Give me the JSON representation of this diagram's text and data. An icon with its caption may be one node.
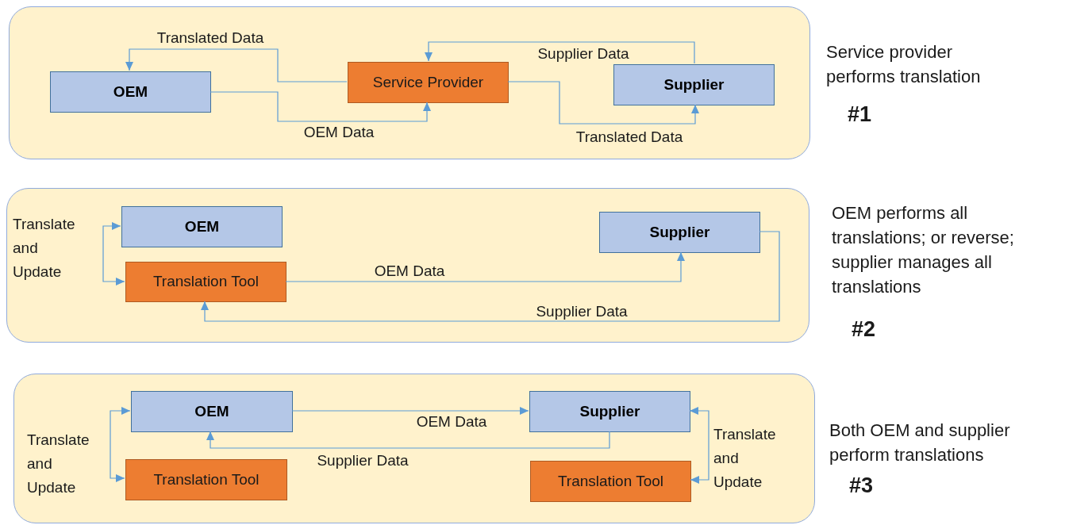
{
  "diagram": {
    "nodes": [
      {
        "text": [],
        "shape": "box",
        "beside": [
          "Service provider performs translation",
          "#1"
        ]
      },
      {
        "text": [
          "OEM"
        ],
        "in": 0
      },
      {
        "text": [
          "Service Provider"
        ],
        "in": 0
      },
      {
        "text": [
          "Supplier"
        ],
        "in": 0
      },
      {
        "text": [],
        "shape": "box",
        "beside": [
          "OEM performs all translations; or reverse; supplier manages all translations",
          "#2"
        ]
      },
      {
        "text": [
          "OEM"
        ],
        "in": 4
      },
      {
        "text": [
          "Translation Tool"
        ],
        "in": 4
      },
      {
        "text": [
          "Supplier"
        ],
        "in": 4
      },
      {
        "text": [],
        "shape": "box",
        "beside": [
          "Both OEM and supplier perform translations",
          "#3"
        ]
      },
      {
        "text": [
          "OEM"
        ],
        "in": 8
      },
      {
        "text": [
          "Supplier"
        ],
        "in": 8
      },
      {
        "text": [
          "Translation Tool"
        ],
        "in": 8
      },
      {
        "text": [
          "Translation Tool"
        ],
        "in": 8
      }
    ],
    "edges": [
      {
        "from": 2,
        "to": 1,
        "arrow": "to",
        "label": "Translated Data"
      },
      {
        "from": 1,
        "to": 2,
        "arrow": "to",
        "label": "OEM Data"
      },
      {
        "from": 3,
        "to": 2,
        "arrow": "to",
        "label": "Supplier Data"
      },
      {
        "from": 2,
        "to": 3,
        "arrow": "to",
        "label": "Translated Data"
      },
      {
        "from": 5,
        "to": 6,
        "arrow": "both",
        "label": "Translate and Update"
      },
      {
        "from": 6,
        "to": 7,
        "arrow": "to",
        "label": "OEM Data"
      },
      {
        "from": 7,
        "to": 6,
        "arrow": "to",
        "label": "Supplier Data"
      },
      {
        "from": 9,
        "to": 11,
        "arrow": "both",
        "label": "Translate and Update"
      },
      {
        "from": 9,
        "to": 10,
        "arrow": "to",
        "label": "OEM Data"
      },
      {
        "from": 10,
        "to": 9,
        "arrow": "to",
        "label": "Supplier Data"
      },
      {
        "from": 10,
        "to": 12,
        "arrow": "both",
        "label": "Translate and Update"
      }
    ]
  }
}
